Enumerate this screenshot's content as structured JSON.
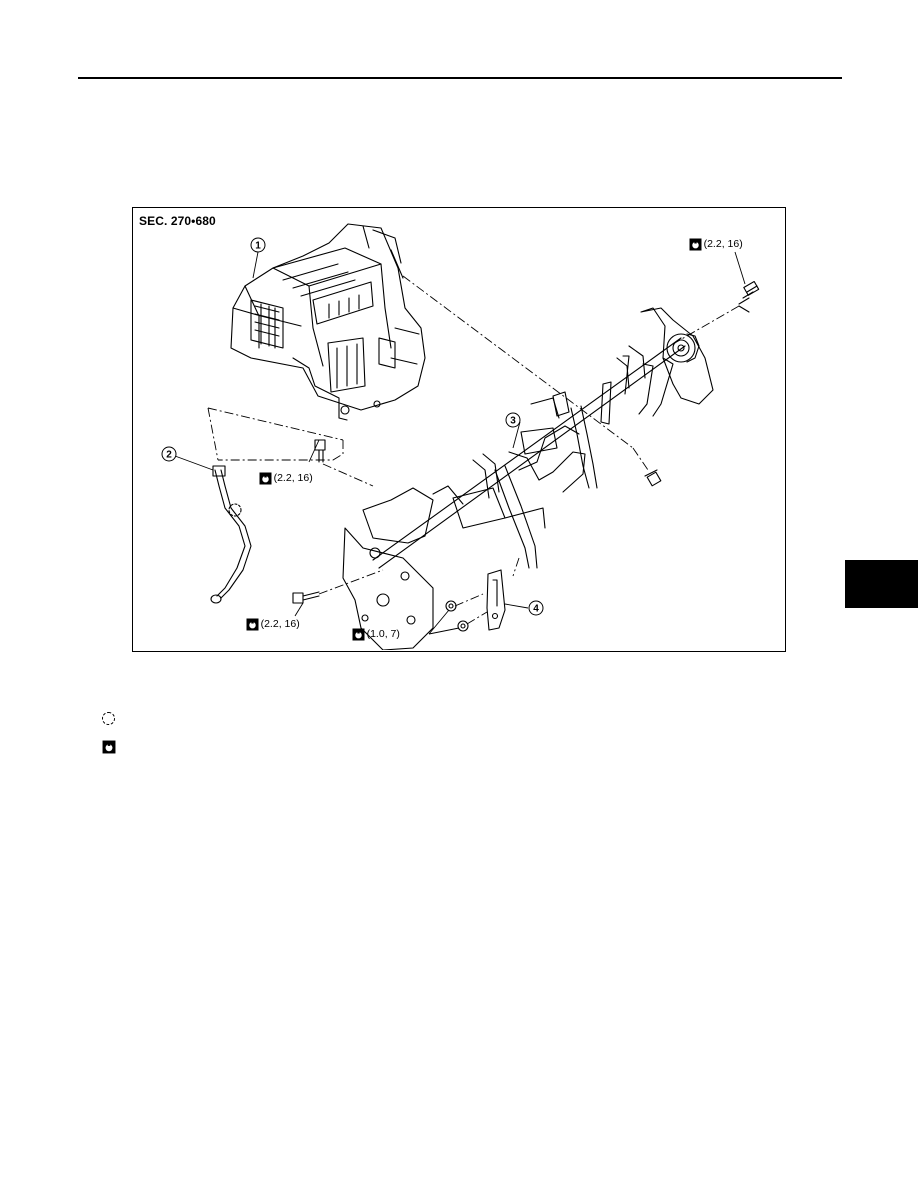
{
  "figure": {
    "section_label": "SEC. 270•680",
    "part_callouts": [
      "1",
      "2",
      "3",
      "4"
    ],
    "torque_specs": {
      "top_right": "22 (2.2, 16)",
      "middle_left": "22 (2.2, 16)",
      "bottom_left": "22 (2.2, 16)",
      "bottom_nuts": "10 (1.0, 7)"
    }
  },
  "icons": {
    "torque": "torque-wrench-icon",
    "legend_clip": "dashed-circle-icon"
  }
}
